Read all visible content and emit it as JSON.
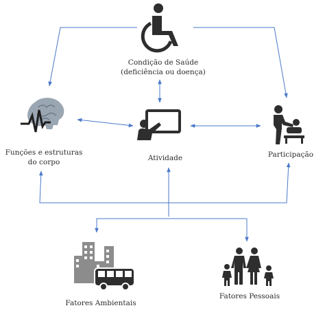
{
  "colors": {
    "arrow": "#4a78c9",
    "icon": "#2e2e2e",
    "icon_light": "#8c8c8c",
    "brain": "#9aa6b2"
  },
  "nodes": {
    "health": {
      "line1": "Condição de Saúde",
      "line2": "(deficiência ou doença)",
      "icon": "wheelchair-icon"
    },
    "body": {
      "line1": "Funções e estruturas",
      "line2": "do corpo",
      "icon": "brain-heartbeat-icon"
    },
    "activity": {
      "label": "Atividade",
      "icon": "teacher-board-icon"
    },
    "participation": {
      "label": "Participação",
      "icon": "baby-changing-icon"
    },
    "environmental": {
      "label": "Fatores Ambientais",
      "icon": "city-bus-icon"
    },
    "personal": {
      "label": "Fatores Pessoais",
      "icon": "family-icon"
    }
  }
}
